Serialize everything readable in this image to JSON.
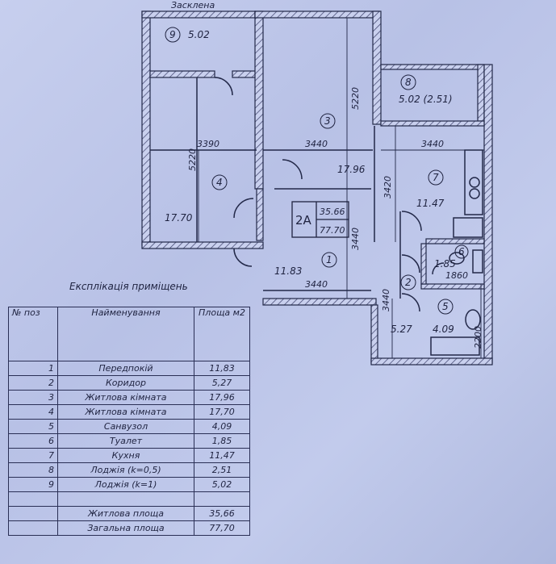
{
  "plan": {
    "top_label": "Засклена",
    "apartment_code": "2A",
    "living_area": "35.66",
    "total_area": "77.70",
    "rooms": [
      {
        "pos": "9",
        "area": "5.02"
      },
      {
        "pos": "8",
        "area": "5.02 (2.51)"
      },
      {
        "pos": "3",
        "area": "17.96"
      },
      {
        "pos": "4",
        "area": "17.70"
      },
      {
        "pos": "7",
        "area": "11.47"
      },
      {
        "pos": "1",
        "area": "11.83"
      },
      {
        "pos": "2",
        "area": "5.27"
      },
      {
        "pos": "5",
        "area": "4.09"
      },
      {
        "pos": "6",
        "area": "1.85"
      }
    ],
    "dimensions": [
      "3390",
      "3440",
      "3440",
      "3440",
      "5220",
      "5220",
      "3420",
      "3440",
      "3440",
      "1860",
      "2200"
    ]
  },
  "legend": {
    "title": "Експлікація приміщень",
    "header": {
      "pos": "№ поз",
      "name": "Найменування",
      "area": "Площа м2"
    },
    "rows": [
      {
        "pos": "1",
        "name": "Передпокій",
        "area": "11,83"
      },
      {
        "pos": "2",
        "name": "Коридор",
        "area": "5,27"
      },
      {
        "pos": "3",
        "name": "Житлова кімната",
        "area": "17,96"
      },
      {
        "pos": "4",
        "name": "Житлова кімната",
        "area": "17,70"
      },
      {
        "pos": "5",
        "name": "Санвузол",
        "area": "4,09"
      },
      {
        "pos": "6",
        "name": "Туалет",
        "area": "1,85"
      },
      {
        "pos": "7",
        "name": "Кухня",
        "area": "11,47"
      },
      {
        "pos": "8",
        "name": "Лоджія (k=0,5)",
        "area": "2,51"
      },
      {
        "pos": "9",
        "name": "Лоджія (k=1)",
        "area": "5,02"
      }
    ],
    "summary": [
      {
        "name": "Житлова площа",
        "area": "35,66"
      },
      {
        "name": "Загальна площа",
        "area": "77,70"
      }
    ]
  }
}
